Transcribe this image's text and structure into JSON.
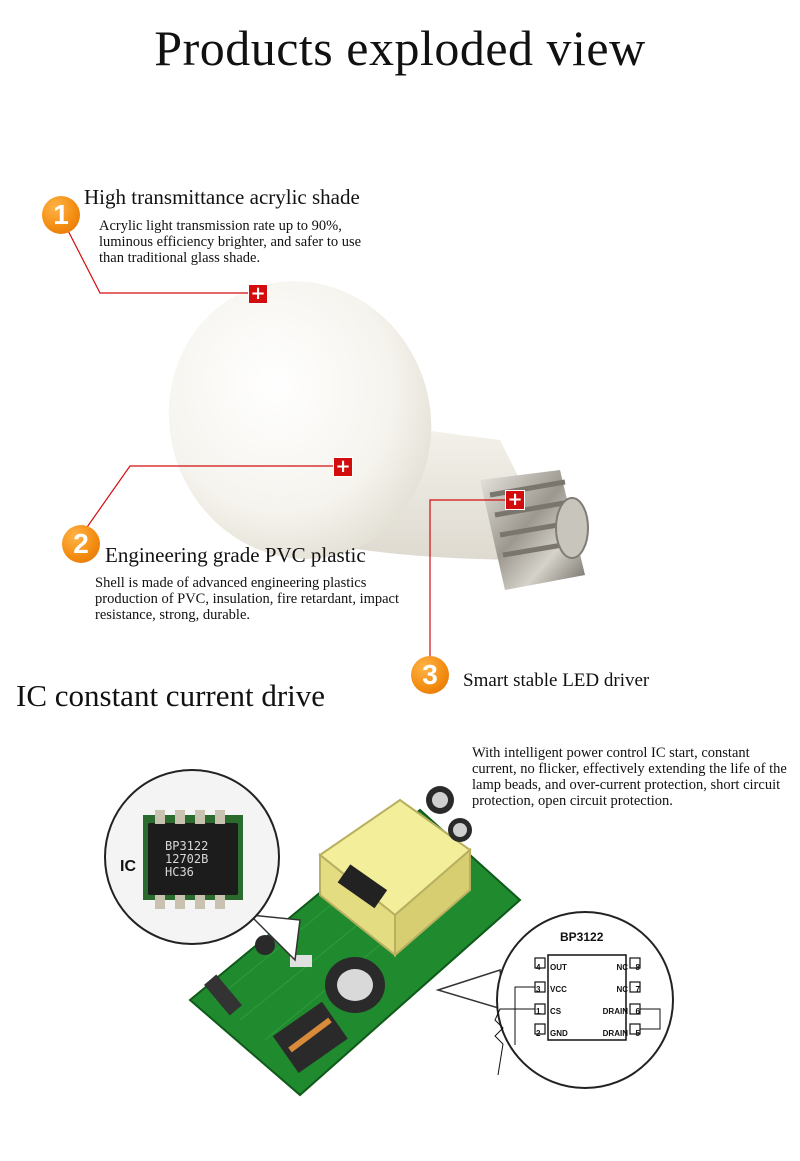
{
  "page": {
    "title": "Products exploded view"
  },
  "features": [
    {
      "number": "1",
      "title": "High transmittance acrylic shade",
      "description": "Acrylic light transmission rate up to 90%, luminous efficiency brighter, and safer to use than traditional glass shade."
    },
    {
      "number": "2",
      "title": "Engineering grade PVC plastic",
      "description": "Shell is made of advanced engineering plastics production of PVC, insulation, fire retardant, impact resistance, strong, durable."
    },
    {
      "number": "3",
      "title": "Smart stable LED driver",
      "description": ""
    }
  ],
  "driver_section": {
    "title": "IC constant current drive",
    "description": "With intelligent power control IC start, constant current, no flicker, effectively extending the life of the lamp beads, and over-current protection, short circuit protection, open circuit protection.",
    "ic_label": "IC",
    "chip_marking": [
      "BP3122",
      "12702B",
      "HC36"
    ],
    "schematic": {
      "chip_name": "BP3122",
      "left_pins": [
        {
          "num": "4",
          "name": "OUT"
        },
        {
          "num": "3",
          "name": "VCC"
        },
        {
          "num": "1",
          "name": "CS"
        },
        {
          "num": "2",
          "name": "GND"
        }
      ],
      "right_pins": [
        {
          "num": "8",
          "name": "NC"
        },
        {
          "num": "7",
          "name": "NC"
        },
        {
          "num": "6",
          "name": "DRAIN"
        },
        {
          "num": "5",
          "name": "DRAIN"
        }
      ]
    }
  },
  "colors": {
    "badge": "#f28a0e",
    "marker": "#d30d0d",
    "leader_line": "#d30d0d",
    "pcb": "#1f8a2e",
    "transformer": "#f2ee9a"
  },
  "icons": [
    "plus-marker-icon"
  ]
}
